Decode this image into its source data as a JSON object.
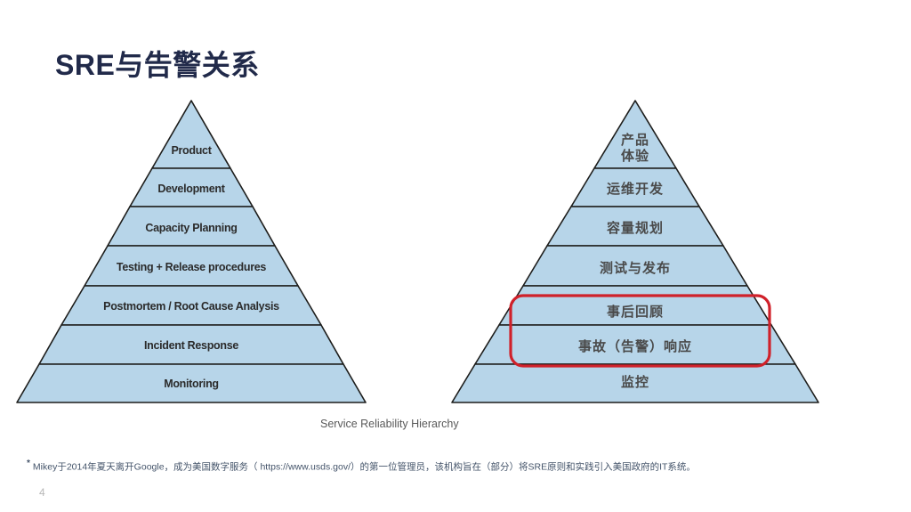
{
  "slide": {
    "title": "SRE与告警关系",
    "caption": "Service Reliability Hierarchy",
    "footnote": {
      "marker": "*",
      "text": "Mikey于2014年夏天离开Google，成为美国数字服务（ https://www.usds.gov/）的第一位管理员，该机构旨在（部分）将SRE原则和实践引入美国政府的IT系统。"
    },
    "page_number": "4"
  },
  "colors": {
    "title_navy": "#212a4a",
    "pyramid_fill": "#b7d5e9",
    "pyramid_stroke": "#1d1d1b",
    "label_dark": "#2b2b2b",
    "label_cjk": "#4a4a4a",
    "highlight_red": "#d0212a",
    "caption_gray": "#595959",
    "footnote_gray": "#44546a",
    "page_gray": "#b7b7b7"
  },
  "left_pyramid": {
    "layers": [
      {
        "label": "Product"
      },
      {
        "label": "Development"
      },
      {
        "label": "Capacity Planning"
      },
      {
        "label": "Testing + Release procedures"
      },
      {
        "label": "Postmortem / Root Cause Analysis"
      },
      {
        "label": "Incident Response"
      },
      {
        "label": "Monitoring"
      }
    ]
  },
  "right_pyramid": {
    "layers": [
      {
        "line1": "产品",
        "line2": "体验"
      },
      {
        "label": "运维开发"
      },
      {
        "label": "容量规划"
      },
      {
        "label": "测试与发布"
      },
      {
        "label": "事后回顾"
      },
      {
        "label": "事故（告警）响应"
      },
      {
        "label": "监控"
      }
    ]
  }
}
